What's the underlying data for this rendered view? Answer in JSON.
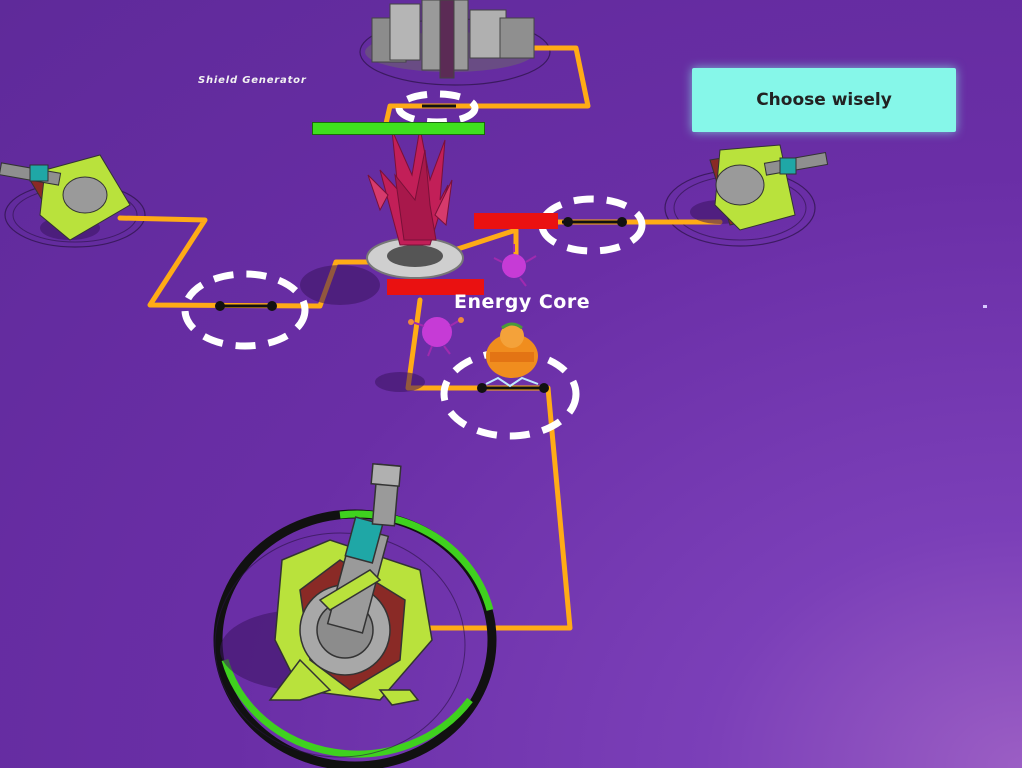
{
  "hud": {
    "message": "Choose wisely"
  },
  "labels": {
    "energy_core": "Energy Core",
    "shield_generator": "Shield Generator"
  },
  "colors": {
    "ground": "#6a2ea6",
    "path": "#ffab16",
    "panel": "#86f7e9",
    "health_bar_green": "#3fe01e",
    "health_bar_red": "#ea1111",
    "selection_ring": "#3fd11f",
    "turret_body": "#b9e23c",
    "crystal": "#c21f58",
    "enemy": "#c63bd6"
  },
  "icons": {
    "turret": "turret-icon",
    "crystal": "energy-crystal-icon",
    "enemy": "virus-enemy-icon",
    "hero": "hero-character-icon",
    "build_slot": "build-slot-icon"
  }
}
